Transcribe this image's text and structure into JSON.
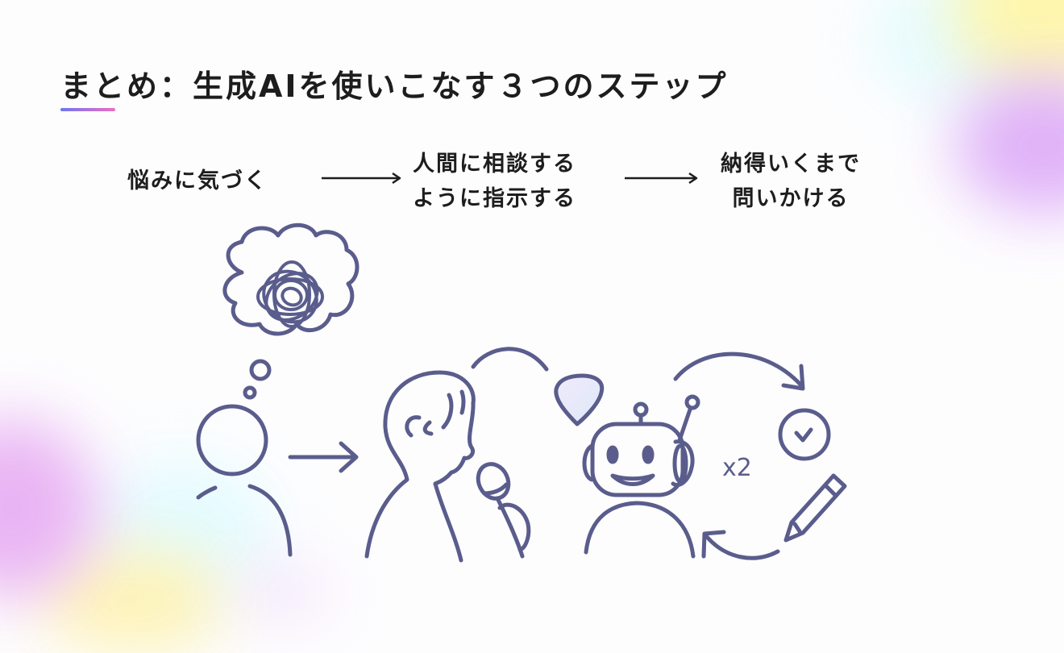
{
  "slide": {
    "title": "まとめ：生成AIを使いこなす３つのステップ",
    "accent_gradient": [
      "#6a78ef",
      "#f16cc4"
    ],
    "illustration_color": "#5a5d8c"
  },
  "steps": [
    {
      "lines": [
        "悩みに気づく"
      ]
    },
    {
      "lines": [
        "人間に相談する",
        "ように指示する"
      ]
    },
    {
      "lines": [
        "納得いくまで",
        "問いかける"
      ]
    }
  ],
  "illustration": {
    "repeat_label": "x2",
    "elements": [
      "confused-thought-cloud",
      "person",
      "arrow",
      "speaking-person-with-microphone",
      "speech-bubble",
      "robot-with-headset",
      "cycle-arrows",
      "checkmark-circle",
      "pencil"
    ]
  }
}
